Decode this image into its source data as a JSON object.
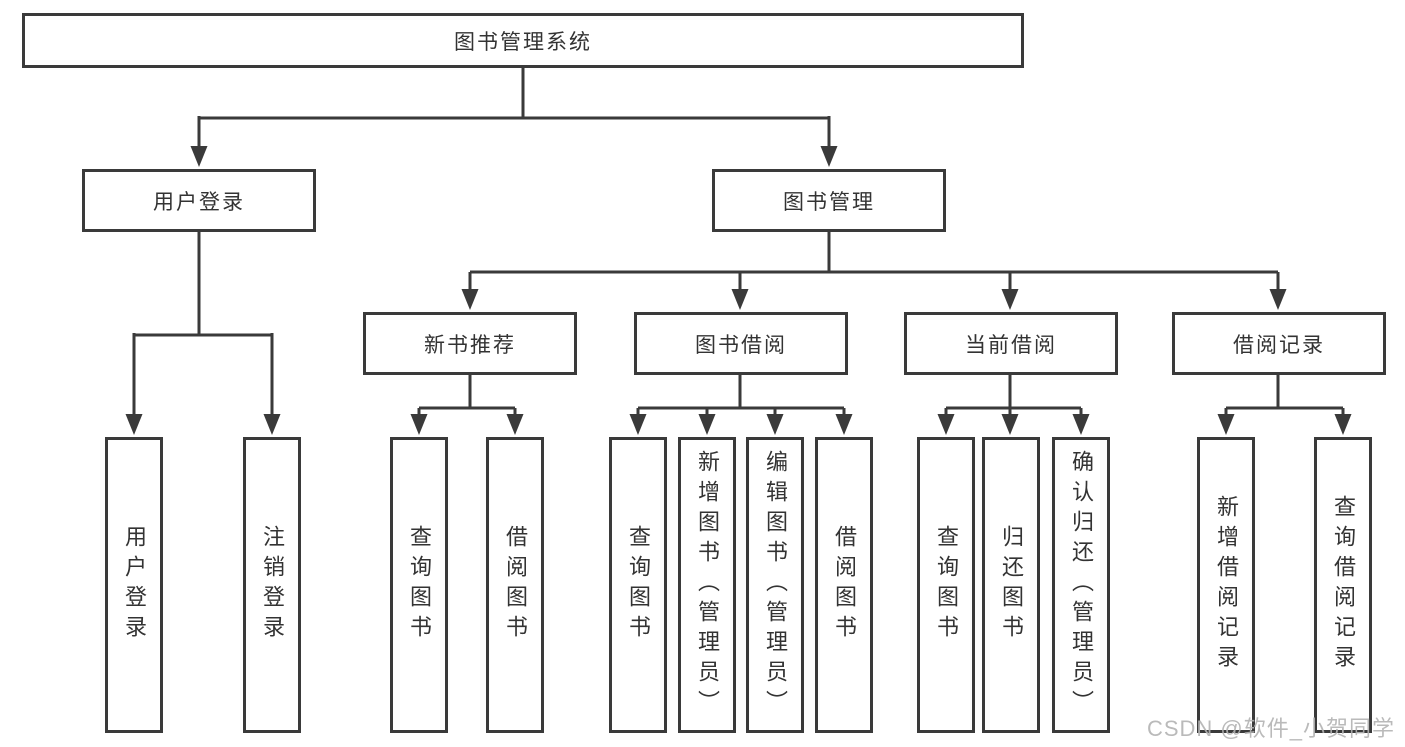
{
  "nodes": {
    "root": "图书管理系统",
    "level2": [
      "用户登录",
      "图书管理"
    ],
    "level3": [
      "新书推荐",
      "图书借阅",
      "当前借阅",
      "借阅记录"
    ],
    "leaves": [
      "用户登录",
      "注销登录",
      "查询图书",
      "借阅图书",
      "查询图书",
      "新增图书（管理员）",
      "编辑图书（管理员）",
      "借阅图书",
      "查询图书",
      "归还图书",
      "确认归还（管理员）",
      "新增借阅记录",
      "查询借阅记录"
    ]
  },
  "watermark": {
    "text": "CSDN @软件_小贺同学"
  },
  "colors": {
    "line": "#3a3a3a",
    "text": "#333333",
    "watermark": "#b3b3b3",
    "background": "#ffffff"
  }
}
